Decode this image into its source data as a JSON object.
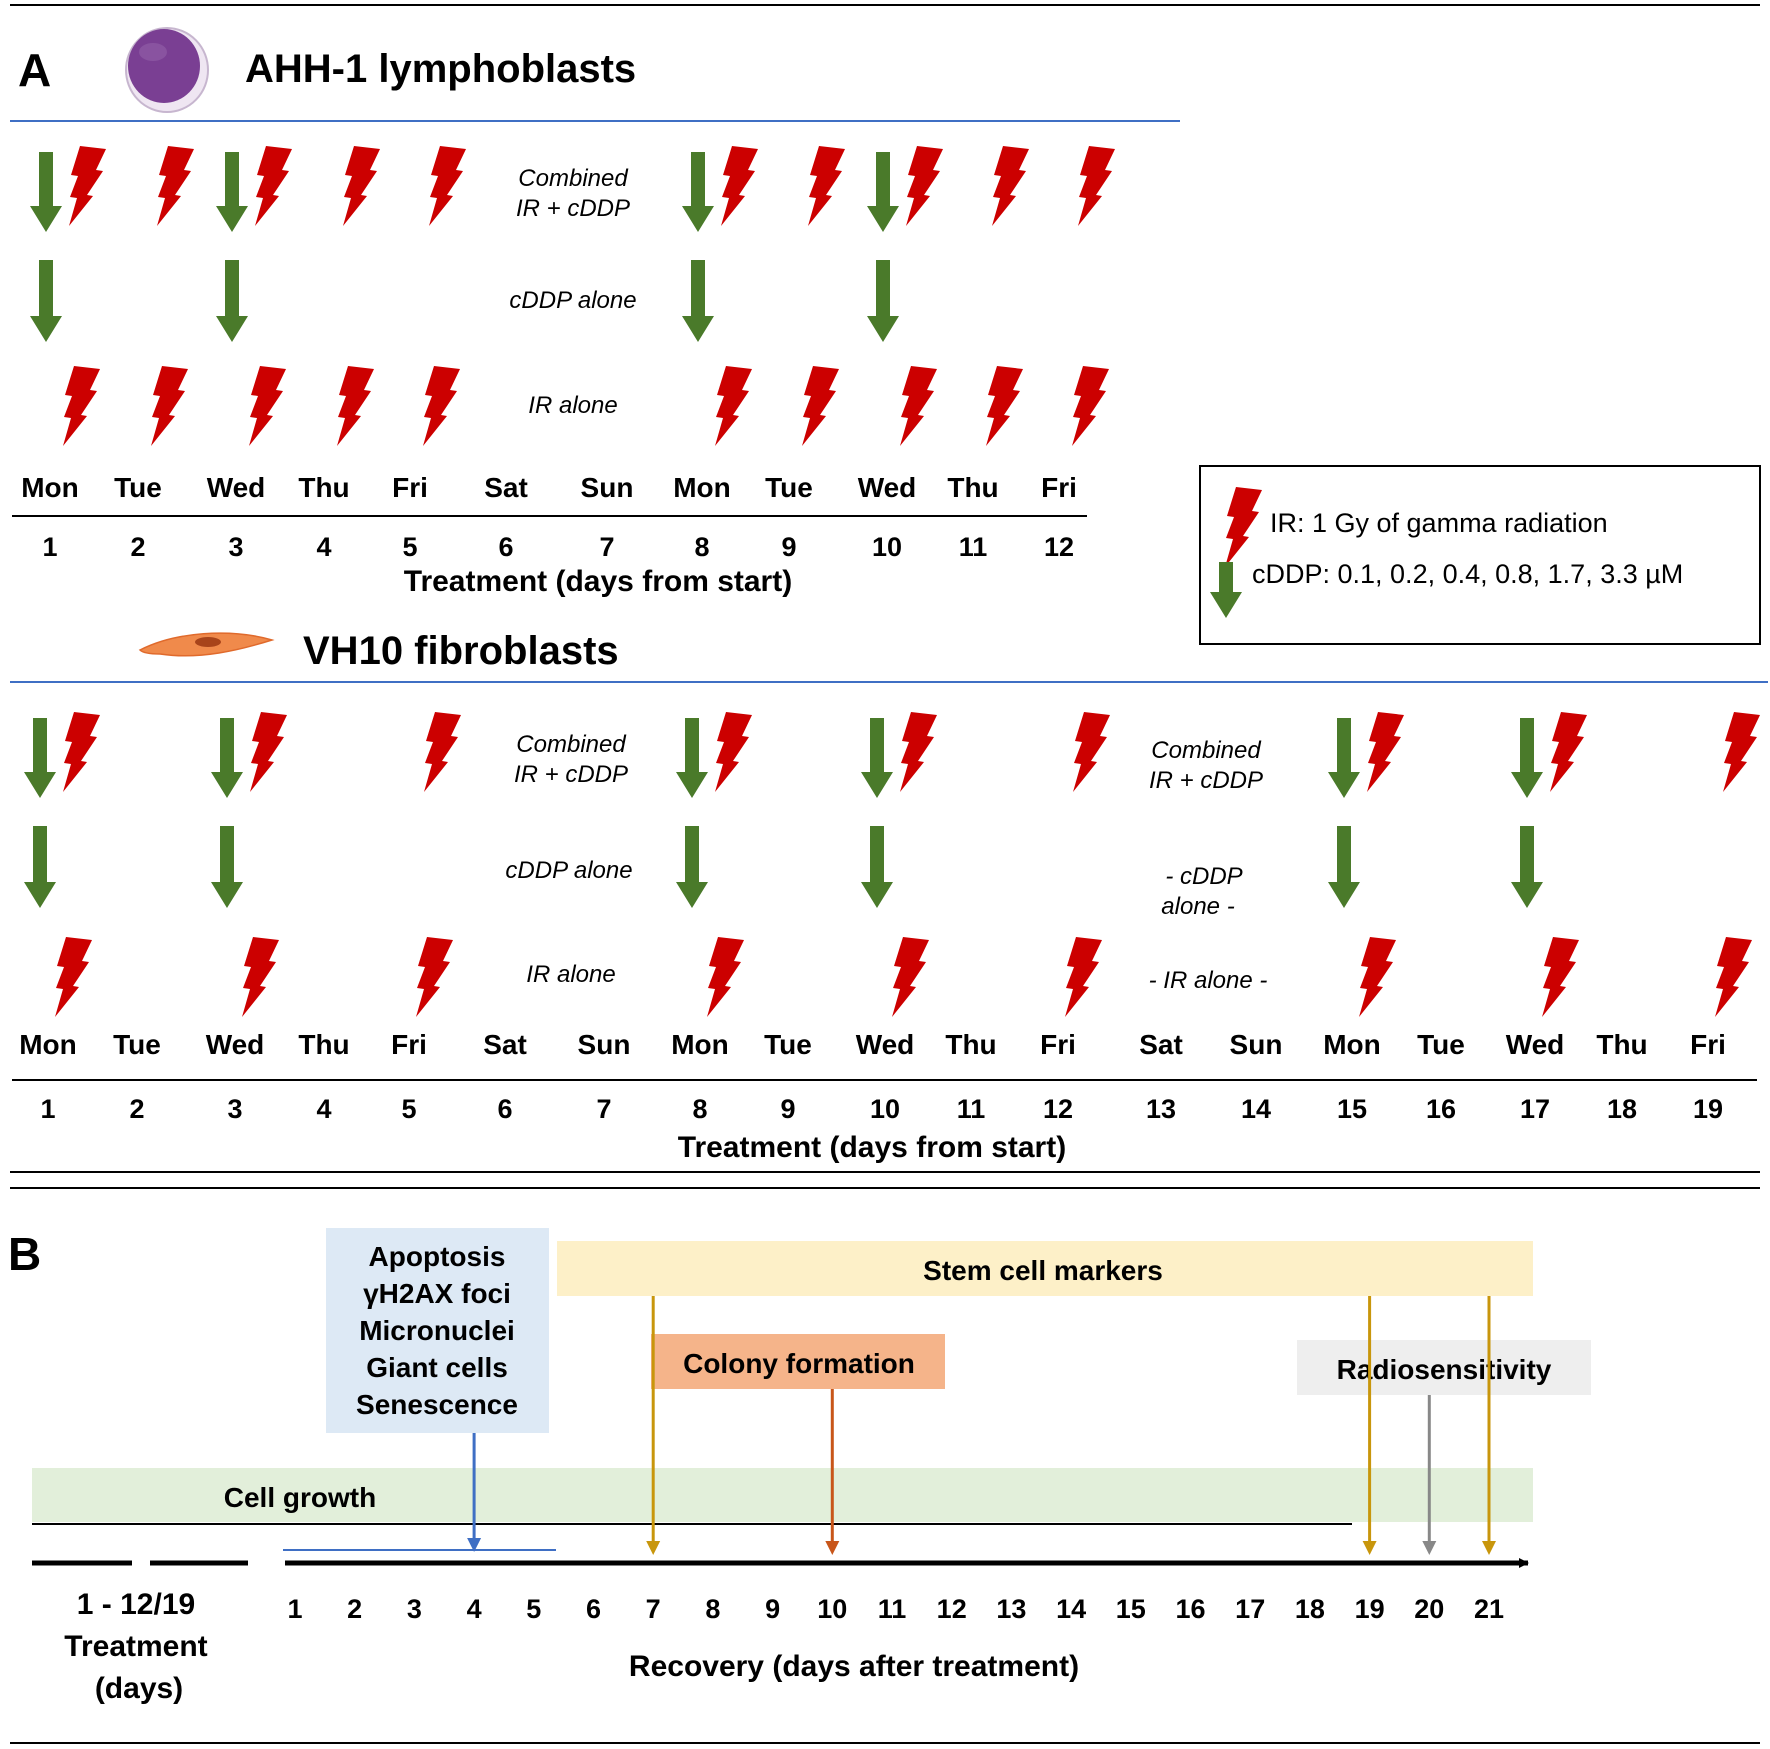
{
  "colors": {
    "ir_bolt": "#cc0000",
    "cddp_arrow": "#4a7a2a",
    "section_rule": "#3f6fc4"
  },
  "panel_a": {
    "label": "A",
    "ahh1": {
      "title": "AHH-1 lymphoblasts",
      "icon": "lymphoblast-cell-icon",
      "row_labels": {
        "combined_1": "Combined",
        "combined_2": "IR + cDDP",
        "cddp": "cDDP alone",
        "ir": "IR alone"
      },
      "weekdays": [
        "Mon",
        "Tue",
        "Wed",
        "Thu",
        "Fri",
        "Sat",
        "Sun",
        "Mon",
        "Tue",
        "Wed",
        "Thu",
        "Fri"
      ],
      "days": [
        "1",
        "2",
        "3",
        "4",
        "5",
        "6",
        "7",
        "8",
        "9",
        "10",
        "11",
        "12"
      ],
      "axis_title": "Treatment (days from start)",
      "ir_days": [
        1,
        2,
        3,
        4,
        5,
        8,
        9,
        10,
        11,
        12
      ],
      "cddp_days": [
        1,
        3,
        8,
        10
      ]
    },
    "vh10": {
      "title": "VH10 fibroblasts",
      "icon": "fibroblast-cell-icon",
      "row_labels": {
        "combined_1": "Combined",
        "combined_2": "IR + cDDP",
        "cddp": "cDDP alone",
        "ir": "IR alone"
      },
      "mid_labels": {
        "combined_1": "Combined",
        "combined_2": "IR + cDDP",
        "cddp_1": "- cDDP",
        "cddp_2": "alone -",
        "ir": "- IR alone -"
      },
      "weekdays": [
        "Mon",
        "Tue",
        "Wed",
        "Thu",
        "Fri",
        "Sat",
        "Sun",
        "Mon",
        "Tue",
        "Wed",
        "Thu",
        "Fri",
        "Sat",
        "Sun",
        "Mon",
        "Tue",
        "Wed",
        "Thu",
        "Fri"
      ],
      "days": [
        "1",
        "2",
        "3",
        "4",
        "5",
        "6",
        "7",
        "8",
        "9",
        "10",
        "11",
        "12",
        "13",
        "14",
        "15",
        "16",
        "17",
        "18",
        "19"
      ],
      "axis_title": "Treatment (days from start)",
      "ir_days": [
        1,
        3,
        5,
        8,
        10,
        12,
        15,
        17,
        19
      ],
      "cddp_days": [
        1,
        3,
        8,
        10,
        15,
        17
      ]
    },
    "legend": {
      "ir_text": "IR: 1 Gy of gamma radiation",
      "cddp_text": "cDDP: 0.1, 0.2, 0.4, 0.8, 1.7, 3.3 µM",
      "ir_icon": "lightning-bolt-icon",
      "cddp_icon": "down-arrow-icon"
    }
  },
  "panel_b": {
    "label": "B",
    "boxes": {
      "assays": [
        "Apoptosis",
        "γH2AX foci",
        "Micronuclei",
        "Giant cells",
        "Senescence"
      ],
      "stem": "Stem cell markers",
      "colony": "Colony formation",
      "radio": "Radiosensitivity",
      "growth": "Cell growth"
    },
    "box_colors": {
      "assays": "#dde9f5",
      "stem": "#fdf0c8",
      "colony": "#f5b48a",
      "radio": "#eeeeee",
      "growth": "#e2efda"
    },
    "marker_days": {
      "assays": 4,
      "stem": [
        7,
        19,
        21
      ],
      "colony": 10,
      "radio": 20
    },
    "treatment_label": "1 - 12/19",
    "treatment_title_1": "Treatment",
    "treatment_title_2": "(days)",
    "recovery_days": [
      "1",
      "2",
      "3",
      "4",
      "5",
      "6",
      "7",
      "8",
      "9",
      "10",
      "11",
      "12",
      "13",
      "14",
      "15",
      "16",
      "17",
      "18",
      "19",
      "20",
      "21"
    ],
    "recovery_title": "Recovery (days after treatment)"
  }
}
